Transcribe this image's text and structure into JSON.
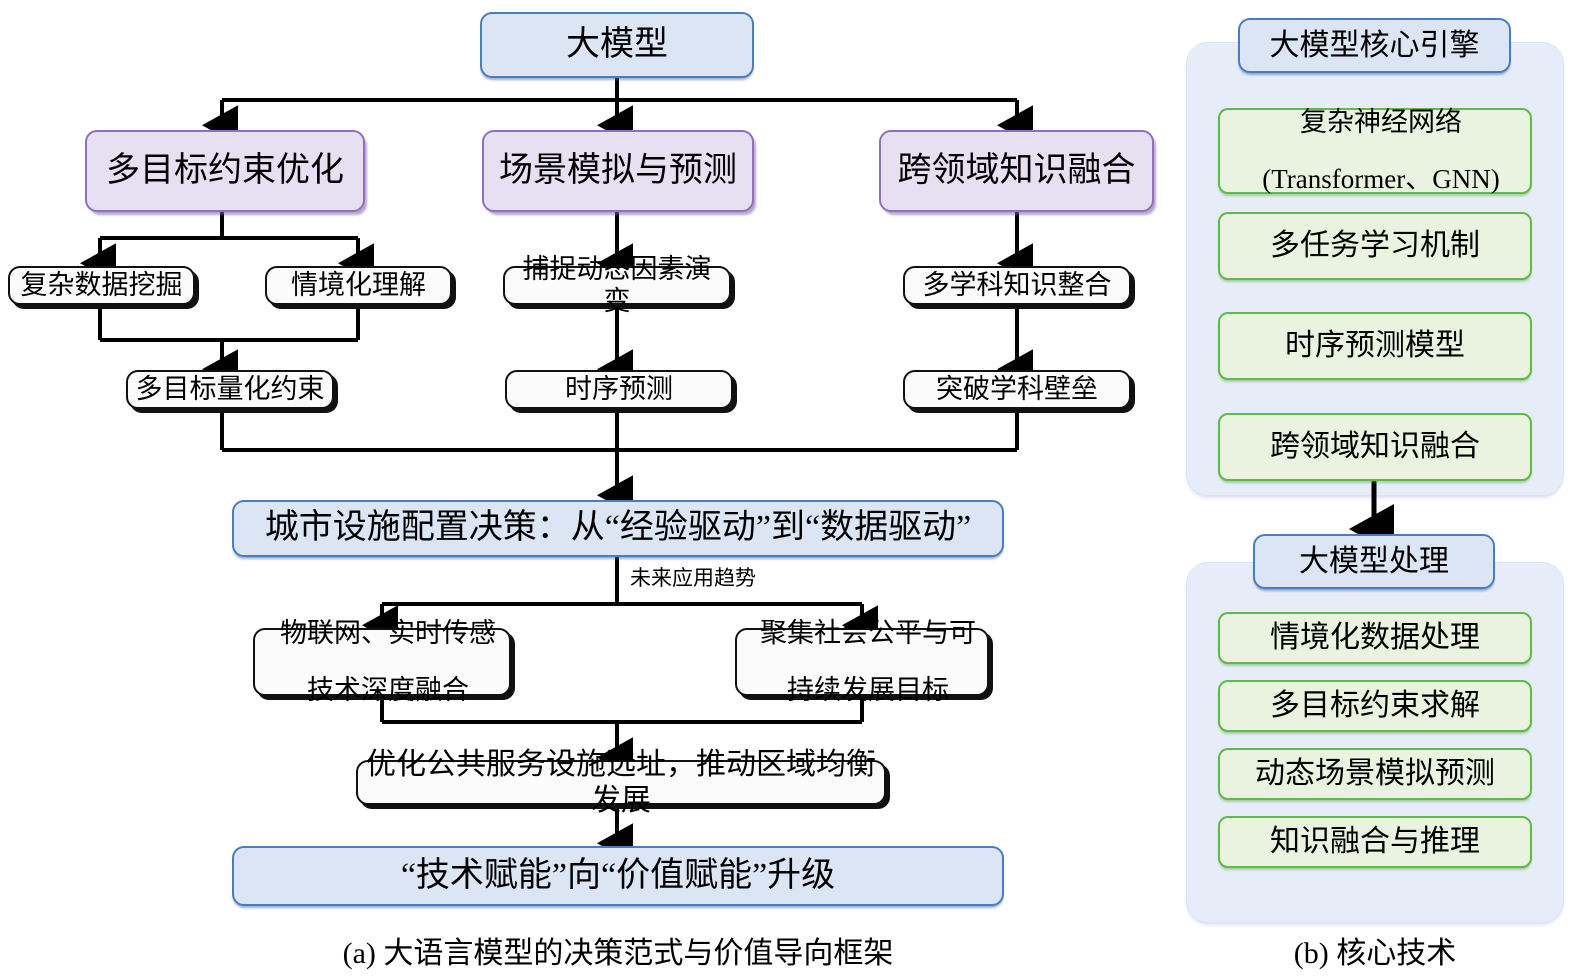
{
  "figure": {
    "panel_a_caption": "(a) 大语言模型的决策范式与价值导向框架",
    "panel_b_caption": "(b) 核心技术"
  },
  "colors": {
    "blue_fill": "#dbe5f3",
    "blue_border": "#4a7ebb",
    "purple_fill": "#e7dff2",
    "purple_border": "#9070bb",
    "green_fill": "#e9f3df",
    "green_border": "#5fba47",
    "panel_fill": "#e7edf8",
    "line": "#000000"
  },
  "panel_a": {
    "root": "大模型",
    "branches": [
      {
        "title": "多目标约束优化",
        "sub": [
          "复杂数据挖掘",
          "情境化理解"
        ],
        "result": "多目标量化约束"
      },
      {
        "title": "场景模拟与预测",
        "sub": [
          "捕捉动态因素演变"
        ],
        "result": "时序预测"
      },
      {
        "title": "跨领域知识融合",
        "sub": [
          "多学科知识整合"
        ],
        "result": "突破学科壁垒"
      }
    ],
    "decision": "城市设施配置决策：从“经验驱动”到“数据驱动”",
    "trend_label": "未来应用趋势",
    "trends": [
      "物联网、实时传感\n技术深度融合",
      "聚集社会公平与可\n持续发展目标"
    ],
    "trend_left_line1": "物联网、实时传感",
    "trend_left_line2": "技术深度融合",
    "trend_right_line1": "聚集社会公平与可",
    "trend_right_line2": "持续发展目标",
    "outcome": "优化公共服务设施选址，推动区域均衡发展",
    "final": "“技术赋能”向“价值赋能”升级"
  },
  "panel_b": {
    "groups": [
      {
        "header": "大模型核心引擎",
        "items_multiline": [
          {
            "line1": "复杂神经网络",
            "line2": "(Transformer、GNN)"
          }
        ],
        "items": [
          "多任务学习机制",
          "时序预测模型",
          "跨领域知识融合"
        ]
      },
      {
        "header": "大模型处理",
        "items": [
          "情境化数据处理",
          "多目标约束求解",
          "动态场景模拟预测",
          "知识融合与推理"
        ]
      }
    ]
  }
}
